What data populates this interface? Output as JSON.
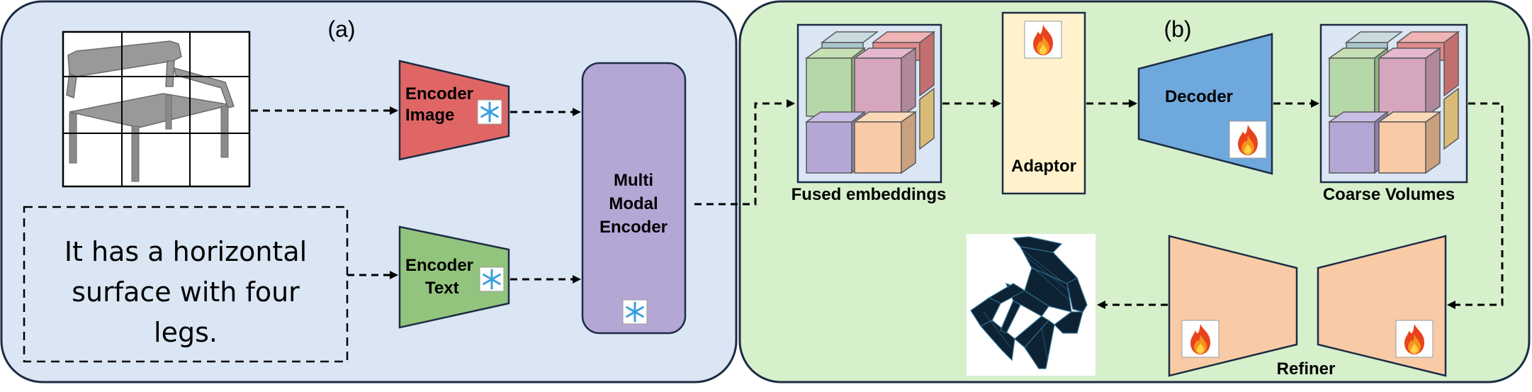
{
  "panel_a": {
    "label": "(a)",
    "image_encoder": {
      "line1": "Encoder",
      "line2": "Image"
    },
    "text_encoder": {
      "line1": "Encoder",
      "line2": "Text"
    },
    "multimodal": {
      "line1": "Multi",
      "line2": "Modal",
      "line3": "Encoder"
    },
    "caption": {
      "line1": "It has a horizontal",
      "line2": "surface with four",
      "line3": "legs."
    }
  },
  "panel_b": {
    "label": "(b)",
    "fused_label": "Fused embeddings",
    "adaptor_label": "Adaptor",
    "decoder_label": "Decoder",
    "coarse_label": "Coarse Volumes",
    "refiner_label": "Refiner"
  },
  "icons": {
    "frozen": "snowflake-icon",
    "trainable": "fire-icon"
  },
  "colors": {
    "panel_a_bg": "#dae6f4",
    "panel_b_bg": "#d6f0cc",
    "image_encoder": "#e06666",
    "text_encoder": "#93c47d",
    "multimodal": "#b4a7d6",
    "adaptor": "#fff2cc",
    "decoder": "#6fa8dc",
    "refiner": "#f8cba6"
  }
}
